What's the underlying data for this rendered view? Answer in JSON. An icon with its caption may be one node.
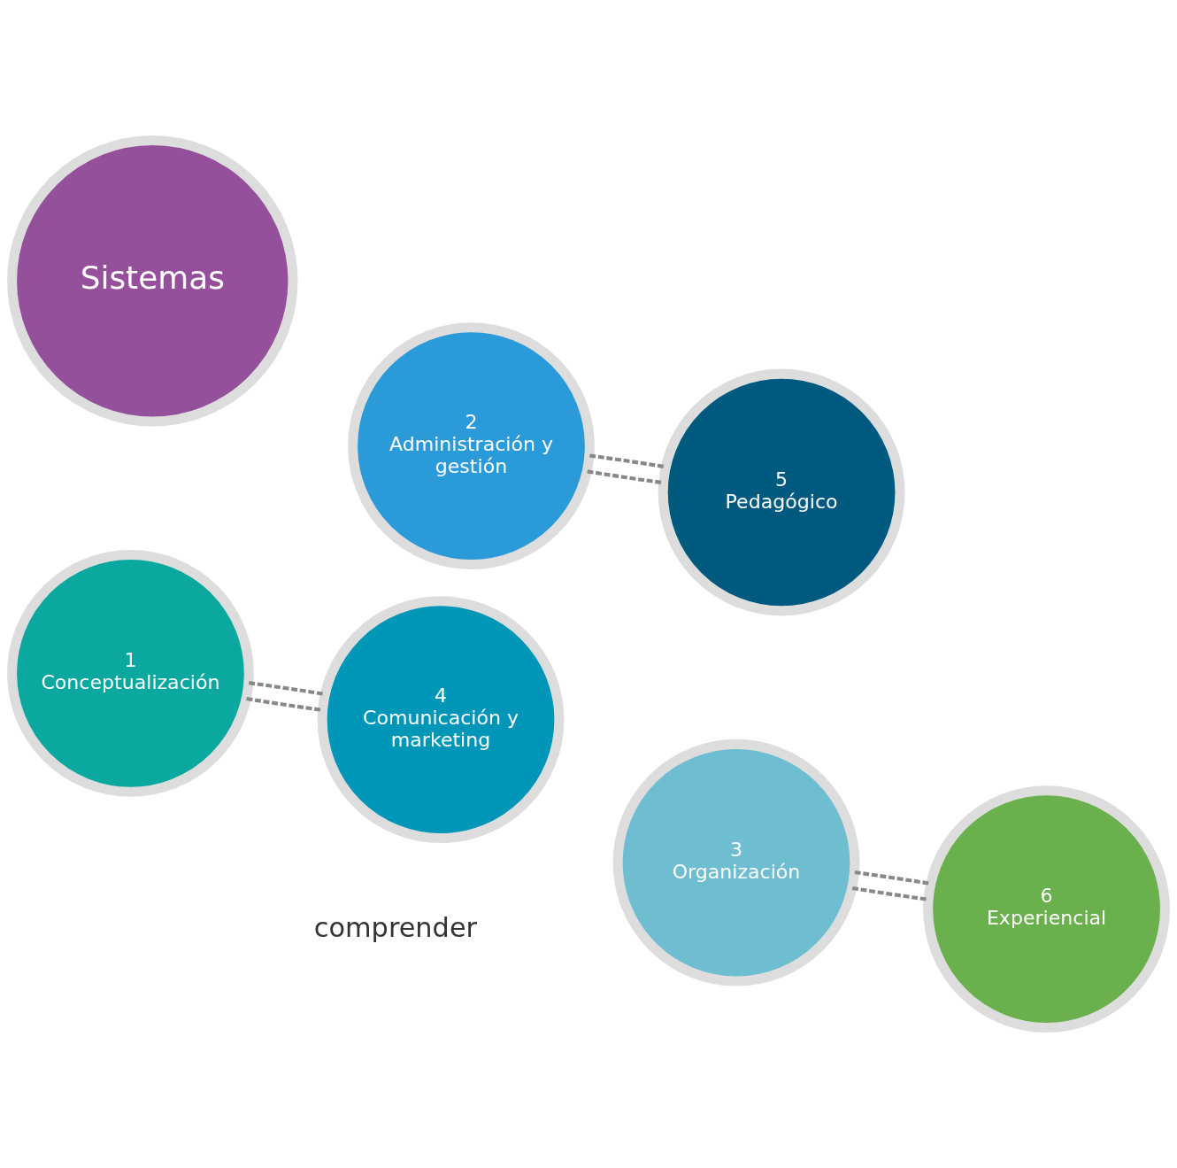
{
  "diagram": {
    "nodes": [
      {
        "text": [
          "1",
          "Conceptualización"
        ]
      },
      {
        "text": [
          "2",
          "Administración y gestión"
        ]
      },
      {
        "text": [
          "3",
          "Organización"
        ]
      },
      {
        "text": [
          "4",
          "Comunicación y marketing"
        ]
      },
      {
        "text": [
          "5",
          "Pedagógico"
        ]
      },
      {
        "text": [
          "6",
          "Experiencial"
        ]
      },
      {
        "text": [
          "Sistemas"
        ]
      }
    ],
    "edges": [
      {
        "from": 0,
        "to": 3,
        "arrow": "none",
        "style": "dashed"
      },
      {
        "from": 0,
        "to": 3,
        "arrow": "none",
        "style": "dashed"
      },
      {
        "from": 1,
        "to": 4,
        "arrow": "none",
        "style": "dashed"
      },
      {
        "from": 1,
        "to": 4,
        "arrow": "none",
        "style": "dashed"
      },
      {
        "from": 2,
        "to": 5,
        "arrow": "none",
        "style": "dashed"
      },
      {
        "from": 2,
        "to": 5,
        "arrow": "none",
        "style": "dashed"
      }
    ],
    "labels": [
      "comprender"
    ]
  }
}
